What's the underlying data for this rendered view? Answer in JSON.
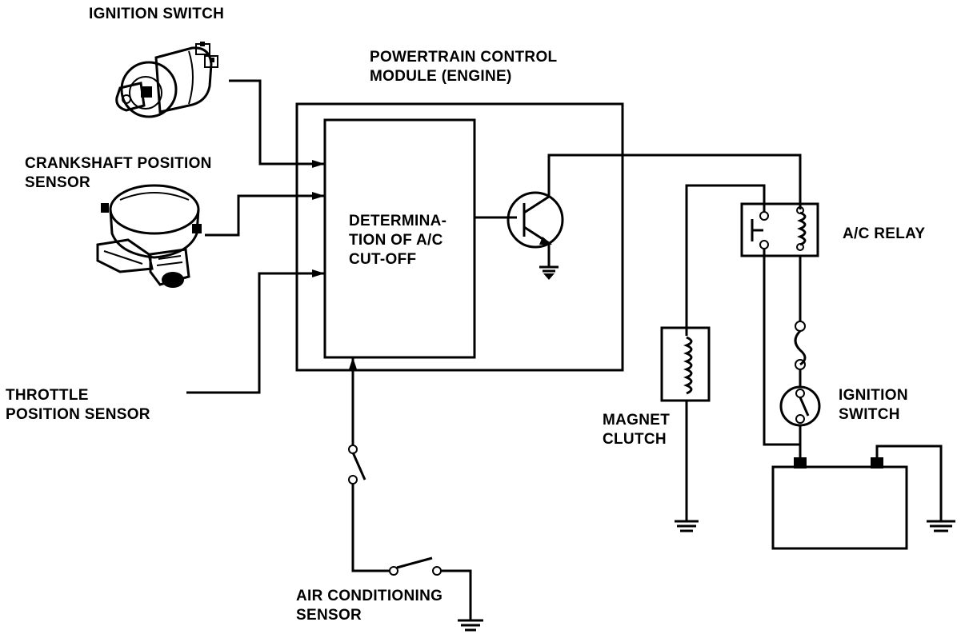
{
  "labels": {
    "ignition_switch_top": "IGNITION SWITCH",
    "pcm": [
      "POWERTRAIN CONTROL",
      "MODULE (ENGINE)"
    ],
    "crankshaft": [
      "CRANKSHAFT POSITION",
      "SENSOR"
    ],
    "determination": [
      "DETERMINA-",
      "TION OF A/C",
      "CUT-OFF"
    ],
    "ac_relay": "A/C RELAY",
    "ignition_switch_right": [
      "IGNITION",
      "SWITCH"
    ],
    "magnet_clutch": [
      "MAGNET",
      "CLUTCH"
    ],
    "throttle": [
      "THROTTLE",
      "POSITION SENSOR"
    ],
    "air_conditioning": [
      "AIR CONDITIONING",
      "SENSOR"
    ]
  },
  "icons": [
    "ignition-key-switch-icon",
    "crankshaft-sensor-icon",
    "transistor-icon",
    "relay-icon",
    "coil-icon",
    "fuse-icon",
    "switch-icon",
    "battery-icon",
    "ground-icon"
  ]
}
